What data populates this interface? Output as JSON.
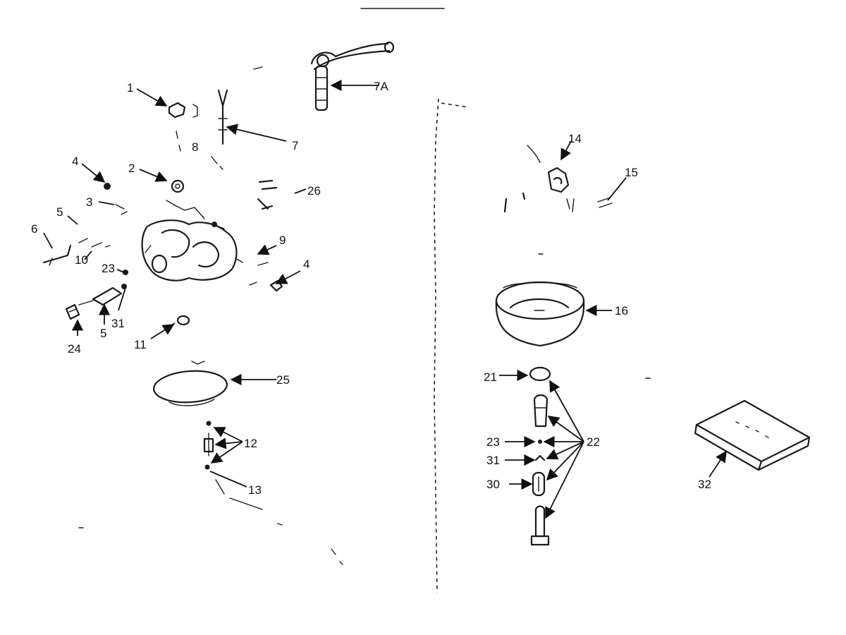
{
  "labels": {
    "p1": "1",
    "p2": "2",
    "p3": "3",
    "p4a": "4",
    "p4b": "4",
    "p5a": "5",
    "p5b": "5",
    "p6": "6",
    "p7": "7",
    "p7a": "7A",
    "p8": "8",
    "p9": "9",
    "p10": "10",
    "p11": "11",
    "p12": "12",
    "p13": "13",
    "p14": "14",
    "p15": "15",
    "p16": "16",
    "p21": "21",
    "p22": "22",
    "p23a": "23",
    "p23b": "23",
    "p24": "24",
    "p25": "25",
    "p26": "26",
    "p30": "30",
    "p31a": "31",
    "p31b": "31",
    "p32": "32"
  },
  "colors": {
    "ink": "#1a1a1a",
    "paper": "#ffffff"
  }
}
